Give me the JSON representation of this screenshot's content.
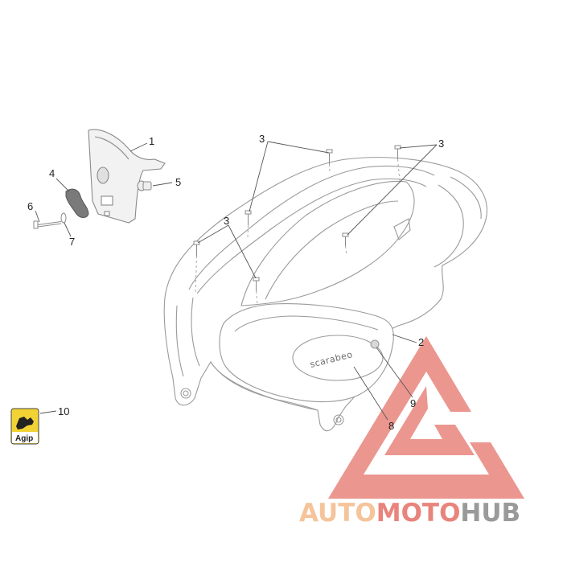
{
  "callouts": {
    "c1": "1",
    "c2": "2",
    "c3a": "3",
    "c3b": "3",
    "c3c": "3",
    "c4": "4",
    "c5": "5",
    "c6": "6",
    "c7": "7",
    "c8": "8",
    "c9": "9",
    "c10": "10"
  },
  "panel_brand": "scarabeo",
  "agip_label": "Agip",
  "watermark": {
    "part1": "AUTO",
    "part2": "MOTO",
    "part3": "HUB"
  },
  "colors": {
    "watermark_red": "#e8847c",
    "watermark_orange": "#f5c49a",
    "watermark_gray": "#9a9a9a",
    "agip_yellow": "#f2d335"
  }
}
